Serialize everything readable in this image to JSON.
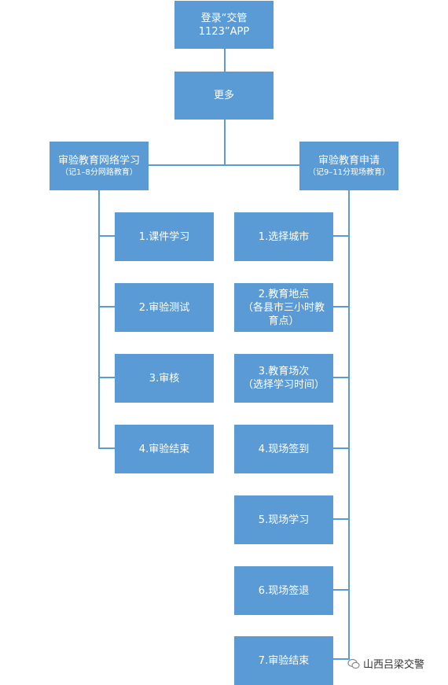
{
  "nodes": {
    "root": {
      "line1": "登录“交管",
      "line2": "1123”APP"
    },
    "more": {
      "label": "更多"
    },
    "left_header": {
      "title": "审验教育网络学习",
      "sub": "（记1–8分网路教育）"
    },
    "right_header": {
      "title": "审验教育申请",
      "sub": "（记9–11分现场教育）"
    },
    "left_steps": [
      {
        "label": "1.课件学习"
      },
      {
        "label": "2.审验测试"
      },
      {
        "label": "3.审核"
      },
      {
        "label": "4.审验结束"
      }
    ],
    "right_steps": [
      {
        "line1": "1.选择城市"
      },
      {
        "line1": "2.教育地点",
        "line2": "（各县市三小时教",
        "line3": "育点）"
      },
      {
        "line1": "3.教育场次",
        "line2": "（选择学习时间）"
      },
      {
        "line1": "4.现场签到"
      },
      {
        "line1": "5.现场学习"
      },
      {
        "line1": "6.现场签退"
      },
      {
        "line1": "7.审验结束"
      }
    ]
  },
  "watermark": {
    "text": "山西吕梁交警",
    "icon": "wechat-icon"
  },
  "colors": {
    "box": "#5b9bd5",
    "text": "#ffffff",
    "connector": "#5b9bd5"
  }
}
